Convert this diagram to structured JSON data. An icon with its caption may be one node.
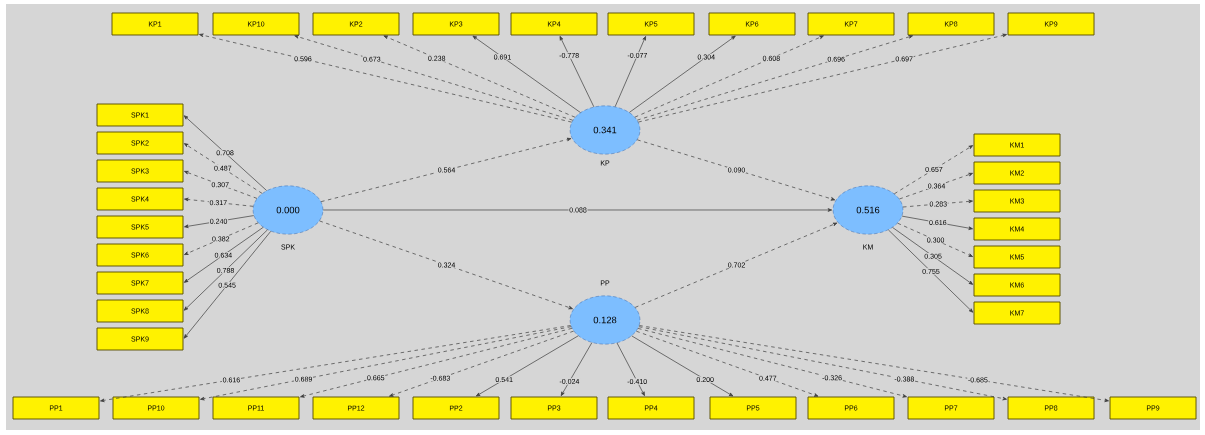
{
  "diagram": {
    "nodes": [
      {
        "text": [
          "0.341"
        ],
        "beside": [
          "KP"
        ]
      },
      {
        "text": [
          "0.000"
        ],
        "beside": [
          "SPK"
        ]
      },
      {
        "text": [
          "0.516"
        ],
        "beside": [
          "KM"
        ]
      },
      {
        "text": [
          "0.128"
        ],
        "beside": [
          "PP"
        ]
      },
      {
        "text": [
          "KP1"
        ]
      },
      {
        "text": [
          "KP10"
        ]
      },
      {
        "text": [
          "KP2"
        ]
      },
      {
        "text": [
          "KP3"
        ]
      },
      {
        "text": [
          "KP4"
        ]
      },
      {
        "text": [
          "KP5"
        ]
      },
      {
        "text": [
          "KP6"
        ]
      },
      {
        "text": [
          "KP7"
        ]
      },
      {
        "text": [
          "KP8"
        ]
      },
      {
        "text": [
          "KP9"
        ]
      },
      {
        "text": [
          "SPK1"
        ]
      },
      {
        "text": [
          "SPK2"
        ]
      },
      {
        "text": [
          "SPK3"
        ]
      },
      {
        "text": [
          "SPK4"
        ]
      },
      {
        "text": [
          "SPK5"
        ]
      },
      {
        "text": [
          "SPK6"
        ]
      },
      {
        "text": [
          "SPK7"
        ]
      },
      {
        "text": [
          "SPK8"
        ]
      },
      {
        "text": [
          "SPK9"
        ]
      },
      {
        "text": [
          "KM1"
        ]
      },
      {
        "text": [
          "KM2"
        ]
      },
      {
        "text": [
          "KM3"
        ]
      },
      {
        "text": [
          "KM4"
        ]
      },
      {
        "text": [
          "KM5"
        ]
      },
      {
        "text": [
          "KM6"
        ]
      },
      {
        "text": [
          "KM7"
        ]
      },
      {
        "text": [
          "PP1"
        ]
      },
      {
        "text": [
          "PP10"
        ]
      },
      {
        "text": [
          "PP11"
        ]
      },
      {
        "text": [
          "PP12"
        ]
      },
      {
        "text": [
          "PP2"
        ]
      },
      {
        "text": [
          "PP3"
        ]
      },
      {
        "text": [
          "PP4"
        ]
      },
      {
        "text": [
          "PP5"
        ]
      },
      {
        "text": [
          "PP6"
        ]
      },
      {
        "text": [
          "PP7"
        ]
      },
      {
        "text": [
          "PP8"
        ]
      },
      {
        "text": [
          "PP9"
        ]
      }
    ],
    "edges": [
      {
        "from": 1,
        "to": 0,
        "arrow": "to",
        "label": "0.564",
        "style": "dashed"
      },
      {
        "from": 1,
        "to": 2,
        "arrow": "to",
        "label": "0.088"
      },
      {
        "from": 1,
        "to": 3,
        "arrow": "to",
        "label": "0.324",
        "style": "dashed"
      },
      {
        "from": 0,
        "to": 2,
        "arrow": "to",
        "label": "0.090",
        "style": "dashed"
      },
      {
        "from": 3,
        "to": 2,
        "arrow": "to",
        "label": "0.702",
        "style": "dashed"
      },
      {
        "from": 0,
        "to": 4,
        "arrow": "to",
        "label": "0.596",
        "style": "dashed"
      },
      {
        "from": 0,
        "to": 5,
        "arrow": "to",
        "label": "0.673",
        "style": "dashed"
      },
      {
        "from": 0,
        "to": 6,
        "arrow": "to",
        "label": "0.238",
        "style": "dashed"
      },
      {
        "from": 0,
        "to": 7,
        "arrow": "to",
        "label": "0.691"
      },
      {
        "from": 0,
        "to": 8,
        "arrow": "to",
        "label": "-0.778"
      },
      {
        "from": 0,
        "to": 9,
        "arrow": "to",
        "label": "-0.077"
      },
      {
        "from": 0,
        "to": 10,
        "arrow": "to",
        "label": "0.304"
      },
      {
        "from": 0,
        "to": 11,
        "arrow": "to",
        "label": "0.608",
        "style": "dashed"
      },
      {
        "from": 0,
        "to": 12,
        "arrow": "to",
        "label": "0.696",
        "style": "dashed"
      },
      {
        "from": 0,
        "to": 13,
        "arrow": "to",
        "label": "0.697",
        "style": "dashed"
      },
      {
        "from": 1,
        "to": 14,
        "arrow": "to",
        "label": "0.708"
      },
      {
        "from": 1,
        "to": 15,
        "arrow": "to",
        "label": "0.487",
        "style": "dashed"
      },
      {
        "from": 1,
        "to": 16,
        "arrow": "to",
        "label": "0.307",
        "style": "dashed"
      },
      {
        "from": 1,
        "to": 17,
        "arrow": "to",
        "label": "0.317",
        "style": "dashed"
      },
      {
        "from": 1,
        "to": 18,
        "arrow": "to",
        "label": "0.240"
      },
      {
        "from": 1,
        "to": 19,
        "arrow": "to",
        "label": "0.382",
        "style": "dashed"
      },
      {
        "from": 1,
        "to": 20,
        "arrow": "to",
        "label": "0.634"
      },
      {
        "from": 1,
        "to": 21,
        "arrow": "to",
        "label": "0.788"
      },
      {
        "from": 1,
        "to": 22,
        "arrow": "to",
        "label": "0.545"
      },
      {
        "from": 2,
        "to": 23,
        "arrow": "to",
        "label": "0.657",
        "style": "dashed"
      },
      {
        "from": 2,
        "to": 24,
        "arrow": "to",
        "label": "0.364",
        "style": "dashed"
      },
      {
        "from": 2,
        "to": 25,
        "arrow": "to",
        "label": "0.283",
        "style": "dashed"
      },
      {
        "from": 2,
        "to": 26,
        "arrow": "to",
        "label": "0.616"
      },
      {
        "from": 2,
        "to": 27,
        "arrow": "to",
        "label": "0.300",
        "style": "dashed"
      },
      {
        "from": 2,
        "to": 28,
        "arrow": "to",
        "label": "0.305"
      },
      {
        "from": 2,
        "to": 29,
        "arrow": "to",
        "label": "0.755"
      },
      {
        "from": 3,
        "to": 30,
        "arrow": "to",
        "label": "0.616",
        "style": "dashed"
      },
      {
        "from": 3,
        "to": 31,
        "arrow": "to",
        "label": "0.689",
        "style": "dashed"
      },
      {
        "from": 3,
        "to": 32,
        "arrow": "to",
        "label": "0.665",
        "style": "dashed"
      },
      {
        "from": 3,
        "to": 33,
        "arrow": "to",
        "label": "-0.683",
        "style": "dashed"
      },
      {
        "from": 3,
        "to": 34,
        "arrow": "to",
        "label": "0.541"
      },
      {
        "from": 3,
        "to": 35,
        "arrow": "to",
        "label": "-0.024"
      },
      {
        "from": 3,
        "to": 36,
        "arrow": "to",
        "label": "-0.410"
      },
      {
        "from": 3,
        "to": 37,
        "arrow": "to",
        "label": "0.200"
      },
      {
        "from": 3,
        "to": 38,
        "arrow": "to",
        "label": "0.477",
        "style": "dashed"
      },
      {
        "from": 3,
        "to": 39,
        "arrow": "to",
        "label": "-0.326",
        "style": "dashed"
      },
      {
        "from": 3,
        "to": 40,
        "arrow": "to",
        "label": "-0.388",
        "style": "dashed"
      },
      {
        "from": 3,
        "to": 41,
        "arrow": "to",
        "label": "-0.685",
        "style": "dashed"
      }
    ]
  }
}
